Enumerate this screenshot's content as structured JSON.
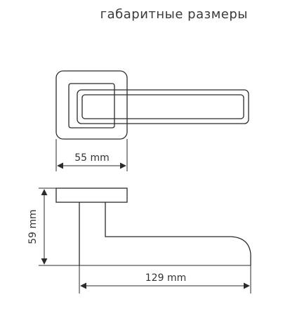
{
  "title": "габаритные размеры",
  "dimensions": {
    "rosette_width": "55 mm",
    "height": "59 mm",
    "length": "129 mm"
  },
  "colors": {
    "line": "#2b2b2b",
    "text": "#333333",
    "background": "#ffffff"
  }
}
